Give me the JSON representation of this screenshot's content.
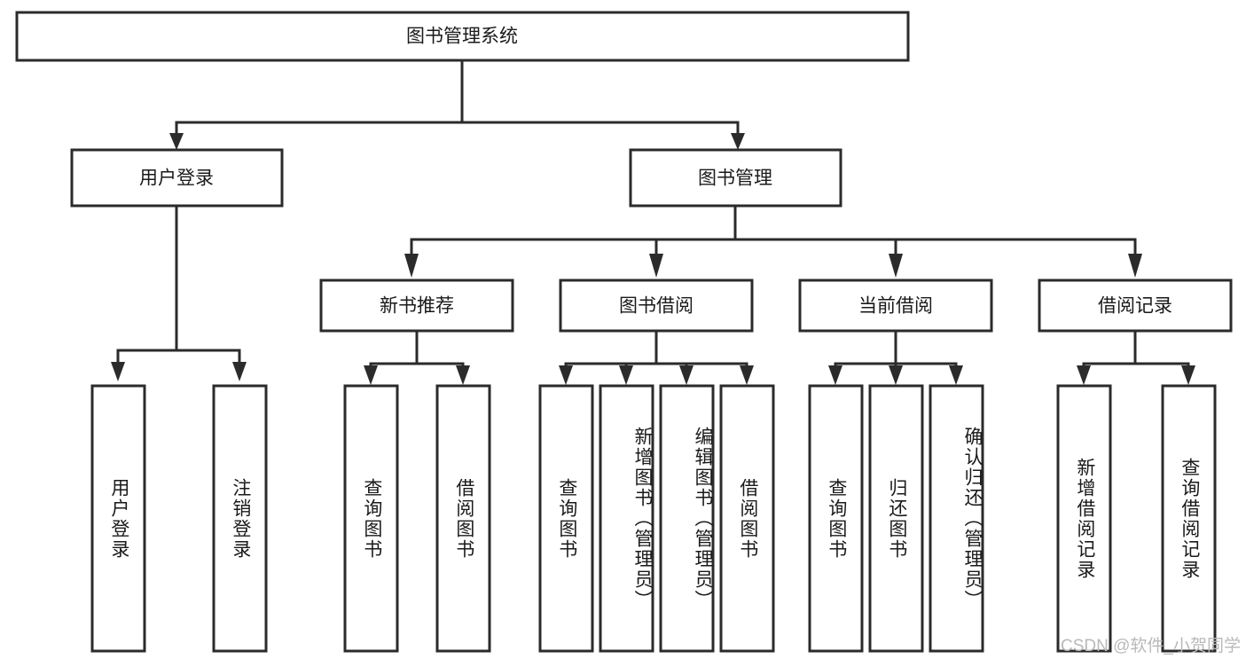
{
  "diagram": {
    "title": "图书管理系统",
    "type": "tree-hierarchy-diagram",
    "root": {
      "id": "root",
      "label": "图书管理系统"
    },
    "level2": [
      {
        "id": "user-login",
        "label": "用户登录"
      },
      {
        "id": "book-management",
        "label": "图书管理"
      }
    ],
    "level3": [
      {
        "id": "new-book-recommend",
        "label": "新书推荐",
        "parent": "book-management"
      },
      {
        "id": "book-borrow",
        "label": "图书借阅",
        "parent": "book-management"
      },
      {
        "id": "current-borrow",
        "label": "当前借阅",
        "parent": "book-management"
      },
      {
        "id": "borrow-record",
        "label": "借阅记录",
        "parent": "book-management"
      }
    ],
    "leaves": [
      {
        "id": "leaf-user-login",
        "label": "用户登录",
        "parent": "user-login"
      },
      {
        "id": "leaf-logout-login",
        "label": "注销登录",
        "parent": "user-login"
      },
      {
        "id": "leaf-query-book-1",
        "label": "查询图书",
        "parent": "new-book-recommend"
      },
      {
        "id": "leaf-borrow-book-1",
        "label": "借阅图书",
        "parent": "new-book-recommend"
      },
      {
        "id": "leaf-query-book-2",
        "label": "查询图书",
        "parent": "book-borrow"
      },
      {
        "id": "leaf-add-book",
        "label": "新增图书（管理员）",
        "parent": "book-borrow"
      },
      {
        "id": "leaf-edit-book",
        "label": "编辑图书（管理员）",
        "parent": "book-borrow"
      },
      {
        "id": "leaf-borrow-book-2",
        "label": "借阅图书",
        "parent": "book-borrow"
      },
      {
        "id": "leaf-query-book-3",
        "label": "查询图书",
        "parent": "current-borrow"
      },
      {
        "id": "leaf-return-book",
        "label": "归还图书",
        "parent": "current-borrow"
      },
      {
        "id": "leaf-confirm-return",
        "label": "确认归还（管理员）",
        "parent": "current-borrow"
      },
      {
        "id": "leaf-add-record",
        "label": "新增借阅记录",
        "parent": "borrow-record"
      },
      {
        "id": "leaf-query-record",
        "label": "查询借阅记录",
        "parent": "borrow-record"
      }
    ]
  },
  "watermark": {
    "text": "CSDN @软件_小贺同学"
  },
  "colors": {
    "stroke": "#2b2b2b",
    "fill": "#ffffff",
    "text": "#1a1a1a",
    "watermark": "#b9b9b9"
  }
}
